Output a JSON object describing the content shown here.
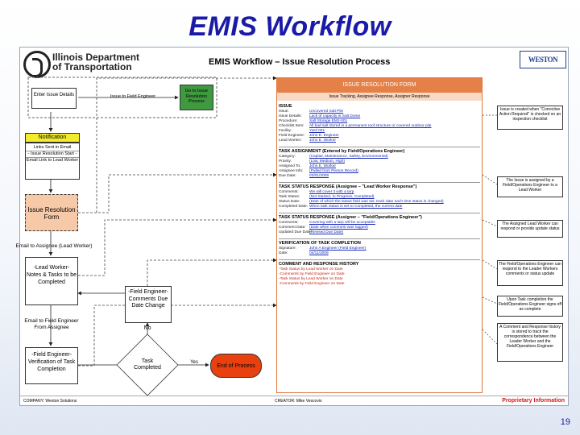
{
  "slide": {
    "title": "EMIS Workflow",
    "page_number": "19"
  },
  "header": {
    "org_logo_text": "Illinois Department of Transportation",
    "doc_title": "EMIS Workflow – Issue Resolution Process",
    "brand_logo": "WESTON"
  },
  "flow": {
    "enter_issue": "Enter Issue Details",
    "issue_to_field": "Issue to Field Engineer",
    "goto_issue": "Go to Issue Resolution Process",
    "notification_title": "Notification",
    "notification_lines": [
      "Links Sent in Email",
      "- Issue Resolution Start -",
      "Email Link to Lead Worker"
    ],
    "issue_form": "Issue Resolution Form",
    "email_assignee": "Email to Assignee (Lead Worker)",
    "lead_worker": "-Lead Worker-\nNotes & Tasks to be Completed",
    "email_field": "Email to Field Engineer From Assignee",
    "field_verify": "-Field Engineer-\nVerification of Task Completion",
    "field_comments": "-Field Engineer-\nComments Due Date Change",
    "decision": "Task Completed",
    "no": "No",
    "yes": "Yes",
    "end": "End of Process"
  },
  "form": {
    "header": "ISSUE RESOLUTION FORM",
    "subheader": "Issue Tracking, Assignee Response, Assigner Response",
    "sections": [
      {
        "title": "ISSUE",
        "rows": [
          [
            "Issue:",
            "Uncovered Salt Pile"
          ],
          [
            "Issue Details:",
            "Lack of capacity in Salt Dome"
          ],
          [
            "Procedure:",
            "Salt Storage EM2-001"
          ],
          [
            "Checklist Item:",
            "All bad salt stored in a permanent roof structure or covered outdoor pile"
          ],
          [
            "Facility:",
            "Yard 001"
          ],
          [
            "Field Engineer:",
            "John E. Engineer"
          ],
          [
            "Lead Worker:",
            "John E. Worker"
          ]
        ]
      },
      {
        "title": "TASK ASSIGNMENT (Entered by Field/Operations Engineer)",
        "rows": [
          [
            "Category:",
            "(Capital, Maintenance, Safety, Environmental)"
          ],
          [
            "Priority:",
            "(Low, Medium, High)"
          ],
          [
            "Assigned To:",
            "John E. Worker"
          ],
          [
            "Assignee Info:",
            "(Pulled from Person Record)"
          ],
          [
            "Due Date:",
            "03/01/2009"
          ]
        ]
      },
      {
        "title": "TASK STATUS RESPONSE (Assignee – \"Lead Worker Response\")",
        "rows": [
          [
            "Comments:",
            "We will cover it with a tarp"
          ],
          [
            "Task Status:",
            "(Not Started, In Progress, Completed)"
          ],
          [
            "Status Date:",
            "(Date of which the status field was set, track date each time status is changed)"
          ],
          [
            "Completed Date:",
            "When task status is set to Completed, the current date"
          ]
        ]
      },
      {
        "title": "TASK STATUS RESPONSE (Assigner – \"Field/Operations Engineer\")",
        "rows": [
          [
            "Comments:",
            "Covering with a tarp will be acceptable"
          ],
          [
            "Comment Date:",
            "(Date when comment was logged)"
          ],
          [
            "Updated Due Date:",
            "(Revised Due Date)"
          ]
        ]
      },
      {
        "title": "VERIFICATION OF TASK COMPLETION",
        "rows": [
          [
            "Signature:",
            "John A Engineer (Field Engineer)"
          ],
          [
            "Date:",
            "04/11/2009"
          ]
        ]
      },
      {
        "title": "COMMENT AND RESPONSE HISTORY",
        "rows": [
          [
            "",
            "-Task Status by Lead Worker on Date"
          ],
          [
            "",
            "-Comments by Field Engineer on Date"
          ],
          [
            "",
            "-Task Status by Lead Worker on Date"
          ],
          [
            "",
            "-Comments by Field Engineer on Date"
          ]
        ]
      }
    ]
  },
  "notes": [
    "Issue is created when \"Corrective Action Required\" is checked on an inspection checklist",
    "The Issue is assigned by a Field/Operations Engineer to a Lead Worker",
    "The Assigned Lead Worker can respond or provide update status",
    "The Field/Operations Engineer can respond to the Leader Workers comments or status update",
    "Upon Task completion the Field/Operations Engineer signs off as complete",
    "A Comment and Response history is stored to track the correspondence between the Leader Worker and the Field/Operations Engineer"
  ],
  "footer": {
    "company": "COMPANY:  Weston Solutions",
    "creator": "CREATOR:  Mike Vescovis",
    "proprietary": "Proprietary Information"
  },
  "colors": {
    "title": "#1a1aa8",
    "form_header": "#e48048",
    "form_subheader": "#f9d9c3",
    "notification": "#f2ec2c",
    "goto_issue": "#3f9a3f",
    "end": "#e8410f",
    "issue_form": "#f6c9a8"
  }
}
